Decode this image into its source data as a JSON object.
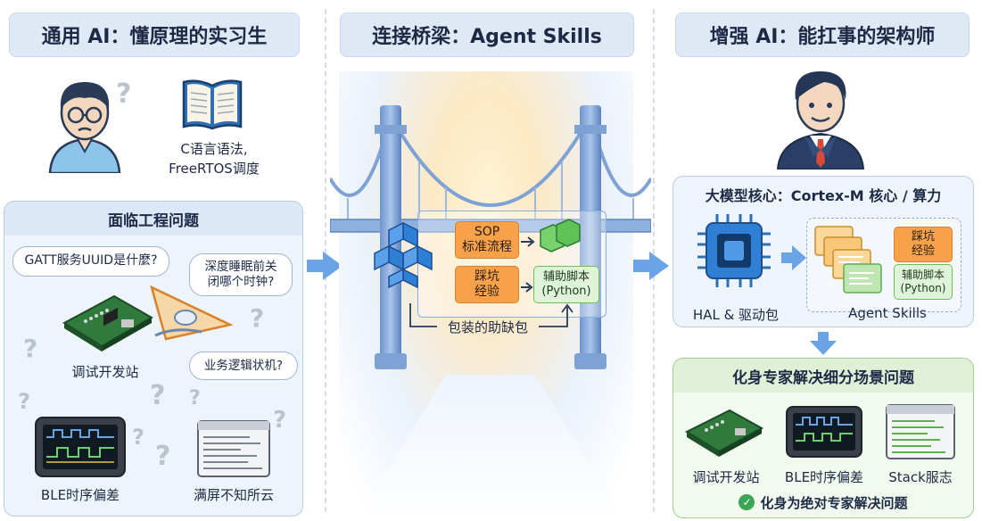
{
  "columns": {
    "left_title": "通用 AI：懂原理的实习生",
    "middle_title": "连接桥梁：Agent Skills",
    "right_title": "增强 AI：能扛事的架构师"
  },
  "left": {
    "book_caption_line1": "C语言语法,",
    "book_caption_line2": "FreeRTOS调度",
    "panel_title": "面临工程问题",
    "bubble_gatt": "GATT服务UUID是什麼?",
    "bubble_sleep_line1": "深度睡眠前关",
    "bubble_sleep_line2": "闭哪个时钟?",
    "bubble_logic": "业务逻辑状机?",
    "devboard_label": "调试开发站",
    "ble_label": "BLE时序偏差",
    "screen_label": "满屏不知所云",
    "question_mark": "?"
  },
  "middle": {
    "sop_line1": "SOP",
    "sop_line2": "标准流程",
    "pitfall_line1": "踩坑",
    "pitfall_line2": "经验",
    "script_line1": "辅助脚本",
    "script_line2": "(Python)",
    "package_label": "包装的助缺包"
  },
  "right": {
    "core_title": "大模型核心：Cortex-M 核心 / 算力",
    "hal_label": "HAL & 驱动包",
    "skills_label": "Agent Skills",
    "pitfall_line1": "踩坑",
    "pitfall_line2": "经验",
    "script_line1": "辅助脚本",
    "script_line2": "(Python)",
    "expert_title": "化身专家解决细分场景问题",
    "devboard_label": "调试开发站",
    "ble_label": "BLE时序偏差",
    "stack_label": "Stack服志",
    "summary": "化身为绝对专家解决问题"
  },
  "colors": {
    "accent_blue": "#6aa3e6",
    "orange": "#f7a24b",
    "green": "#6cbf5a",
    "panel_bg": "#eef4fb"
  }
}
